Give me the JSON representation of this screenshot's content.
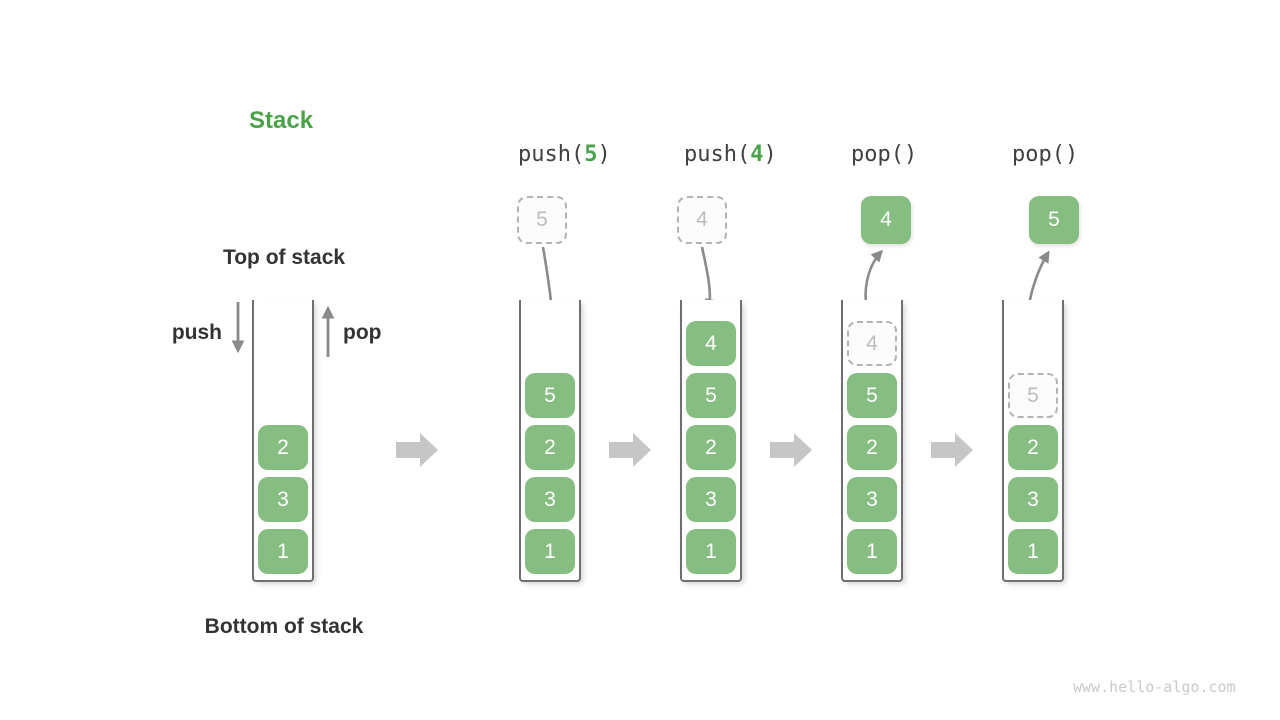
{
  "title": "Stack",
  "labels": {
    "top_of_stack": "Top of stack",
    "bottom_of_stack": "Bottom of stack",
    "push": "push",
    "pop": "pop"
  },
  "watermark": "www.hello-algo.com",
  "colors": {
    "green_text": "#4BA24A",
    "box_green": "#86BD80",
    "box_text": "#FFFFFF",
    "ghost_border": "#B3B3B3",
    "ghost_text": "#BDBDBD",
    "dark_label": "#333333",
    "mono_dark": "#3F3F3F",
    "arrow_gray": "#8A8A8A",
    "block_arrow_gray": "#C6C6C6",
    "container_border": "#6F6F6F",
    "watermark_gray": "#C9C9C9"
  },
  "stages": [
    {
      "name": "initial",
      "items": [
        {
          "value": "2"
        },
        {
          "value": "3"
        },
        {
          "value": "1"
        }
      ]
    },
    {
      "name": "push-5",
      "operation": {
        "prefix": "push(",
        "arg": "5",
        "suffix": ")"
      },
      "floating": {
        "value": "5",
        "style": "ghost"
      },
      "arrow": "into-stack",
      "items": [
        {
          "value": "5"
        },
        {
          "value": "2"
        },
        {
          "value": "3"
        },
        {
          "value": "1"
        }
      ]
    },
    {
      "name": "push-4",
      "operation": {
        "prefix": "push(",
        "arg": "4",
        "suffix": ")"
      },
      "floating": {
        "value": "4",
        "style": "ghost"
      },
      "arrow": "into-stack",
      "items": [
        {
          "value": "4"
        },
        {
          "value": "5"
        },
        {
          "value": "2"
        },
        {
          "value": "3"
        },
        {
          "value": "1"
        }
      ]
    },
    {
      "name": "pop-4",
      "operation": {
        "prefix": "pop()",
        "arg": "",
        "suffix": ""
      },
      "floating": {
        "value": "4",
        "style": "solid"
      },
      "arrow": "out-of-stack",
      "items": [
        {
          "value": "4",
          "ghost": true
        },
        {
          "value": "5"
        },
        {
          "value": "2"
        },
        {
          "value": "3"
        },
        {
          "value": "1"
        }
      ]
    },
    {
      "name": "pop-5",
      "operation": {
        "prefix": "pop()",
        "arg": "",
        "suffix": ""
      },
      "floating": {
        "value": "5",
        "style": "solid"
      },
      "arrow": "out-of-stack",
      "items": [
        {
          "value": "5",
          "ghost": true
        },
        {
          "value": "2"
        },
        {
          "value": "3"
        },
        {
          "value": "1"
        }
      ]
    }
  ]
}
